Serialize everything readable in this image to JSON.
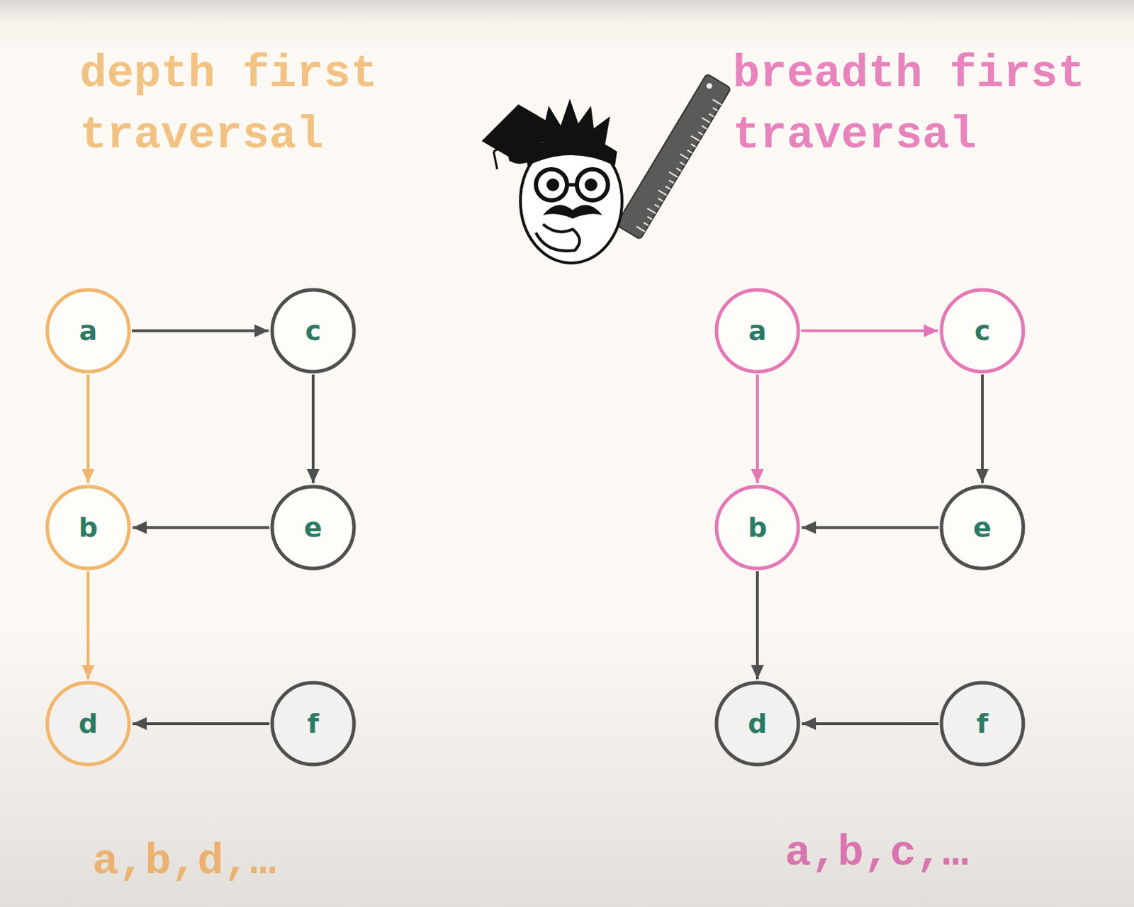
{
  "diagram": {
    "nodes": [
      {
        "text": [
          "a"
        ]
      },
      {
        "text": [
          "c"
        ]
      },
      {
        "text": [
          "b"
        ]
      },
      {
        "text": [
          "e"
        ]
      },
      {
        "text": [
          "d"
        ]
      },
      {
        "text": [
          "f"
        ]
      },
      {
        "text": [
          "a"
        ]
      },
      {
        "text": [
          "c"
        ]
      },
      {
        "text": [
          "b"
        ]
      },
      {
        "text": [
          "e"
        ]
      },
      {
        "text": [
          "d"
        ]
      },
      {
        "text": [
          "f"
        ]
      }
    ],
    "edges": [
      {
        "from": 0,
        "to": 1,
        "arrow": "to"
      },
      {
        "from": 0,
        "to": 2,
        "arrow": "to"
      },
      {
        "from": 1,
        "to": 3,
        "arrow": "to"
      },
      {
        "from": 3,
        "to": 2,
        "arrow": "to"
      },
      {
        "from": 2,
        "to": 4,
        "arrow": "to"
      },
      {
        "from": 5,
        "to": 4,
        "arrow": "to"
      },
      {
        "from": 6,
        "to": 7,
        "arrow": "to"
      },
      {
        "from": 6,
        "to": 8,
        "arrow": "to"
      },
      {
        "from": 7,
        "to": 9,
        "arrow": "to"
      },
      {
        "from": 9,
        "to": 8,
        "arrow": "to"
      },
      {
        "from": 8,
        "to": 10,
        "arrow": "to"
      },
      {
        "from": 11,
        "to": 10,
        "arrow": "to"
      }
    ],
    "labels": [
      "depth first traversal",
      "breadth first traversal",
      "a,b,d,…",
      "a,b,c,…"
    ]
  }
}
